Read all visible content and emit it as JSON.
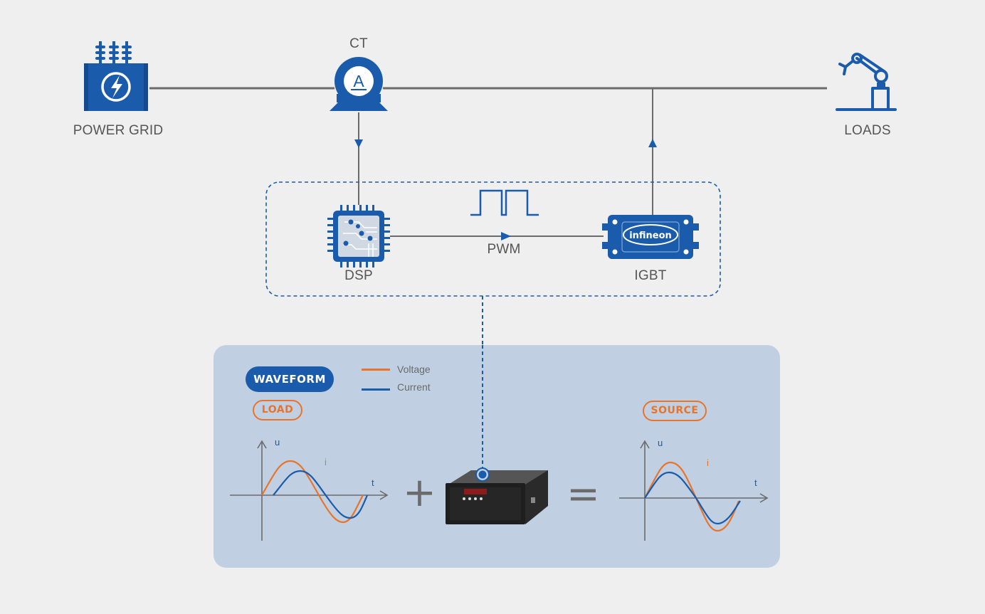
{
  "nodes": {
    "power_grid": "POWER GRID",
    "ct": "CT",
    "ct_symbol": "A",
    "loads": "LOADS",
    "dsp": "DSP",
    "pwm": "PWM",
    "igbt": "IGBT",
    "infineon": "infineon"
  },
  "panel": {
    "waveform_badge": "WAVEFORM",
    "load_badge": "LOAD",
    "source_badge": "SOURCE",
    "legend": [
      {
        "label": "Voltage",
        "color": "#e8742a"
      },
      {
        "label": "Current",
        "color": "#1a5cab"
      }
    ],
    "plus": "+",
    "equals": "="
  },
  "graphs": {
    "load": {
      "u_label": "u",
      "i_label": "i",
      "t_label": "t"
    },
    "source": {
      "u_label": "u",
      "i_label": "i",
      "t_label": "t"
    }
  },
  "colors": {
    "primary_blue": "#1a5cab",
    "orange": "#e8742a",
    "line_gray": "#6b6b6b",
    "panel_bg": "#c0d0e2",
    "page_bg": "#efefef"
  },
  "icons": [
    "transformer-icon",
    "current-transformer-icon",
    "robot-arm-icon",
    "dsp-chip-icon",
    "igbt-module-icon",
    "power-device-icon",
    "pwm-signal-icon"
  ]
}
